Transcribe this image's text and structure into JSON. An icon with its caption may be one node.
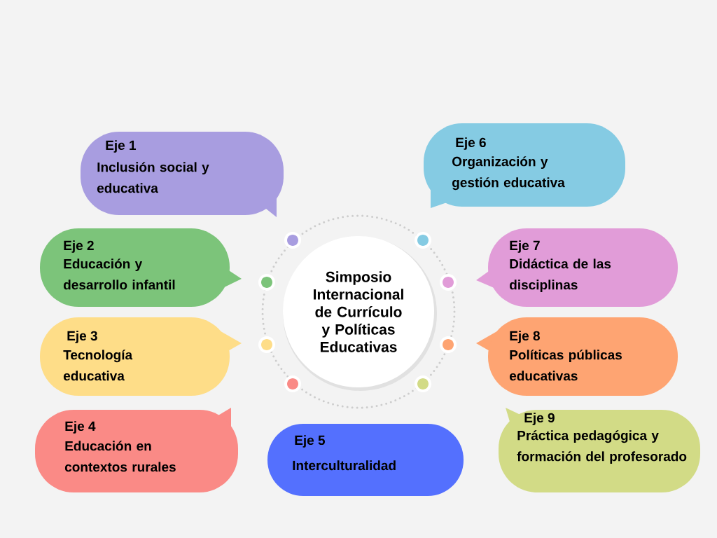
{
  "diagram": {
    "nodes": [
      {
        "text": [
          "Simposio Internacional de Currículo y Políticas Educativas"
        ]
      },
      {
        "text": [
          "Eje 1",
          "Inclusión social y educativa"
        ]
      },
      {
        "text": [
          "Eje 2",
          "Educación y desarrollo infantil"
        ]
      },
      {
        "text": [
          "Eje 3",
          "Tecnología educativa"
        ]
      },
      {
        "text": [
          "Eje 4",
          "Educación en contextos rurales"
        ]
      },
      {
        "text": [
          "Eje 5",
          "Interculturalidad"
        ]
      },
      {
        "text": [
          "Eje 6",
          "Organización y gestión educativa"
        ]
      },
      {
        "text": [
          "Eje 7",
          "Didáctica de las disciplinas"
        ]
      },
      {
        "text": [
          "Eje 8",
          "Políticas públicas educativas"
        ]
      },
      {
        "text": [
          "Eje 9",
          "Práctica pedagógica y formación del profesorado"
        ]
      }
    ]
  }
}
